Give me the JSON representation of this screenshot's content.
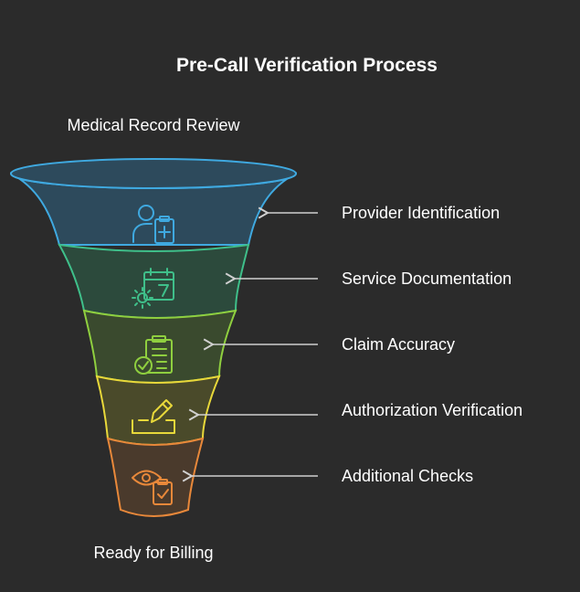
{
  "diagram": {
    "title": "Pre-Call Verification Process",
    "top_label": "Medical Record Review",
    "bottom_label": "Ready for Billing",
    "stages": [
      {
        "label": "Provider Identification",
        "icon": "user-clipboard-icon",
        "color": "#3fa9e0"
      },
      {
        "label": "Service Documentation",
        "icon": "calendar-gear-icon",
        "color": "#3fbf8a"
      },
      {
        "label": "Claim Accuracy",
        "icon": "clipboard-check-icon",
        "color": "#8fcf3f"
      },
      {
        "label": "Authorization Verification",
        "icon": "pencil-signature-icon",
        "color": "#e8d83a"
      },
      {
        "label": "Additional Checks",
        "icon": "eye-clipboard-icon",
        "color": "#e8883a"
      }
    ]
  }
}
